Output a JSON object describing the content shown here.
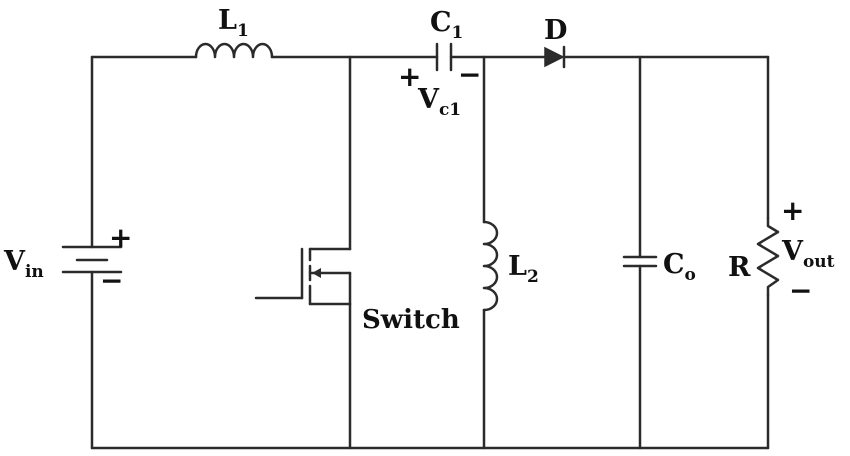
{
  "diagram": {
    "inductor_1": {
      "main": "L",
      "sub": "1"
    },
    "inductor_2": {
      "main": "L",
      "sub": "2"
    },
    "capacitor_1": {
      "main": "C",
      "sub": "1"
    },
    "capacitor_1_voltage": {
      "main": "V",
      "sub": "c1",
      "plus": "+",
      "minus": "−"
    },
    "diode": {
      "main": "D"
    },
    "input_source": {
      "main": "V",
      "sub": "in",
      "plus": "+",
      "minus": "−"
    },
    "switch": {
      "label": "Switch"
    },
    "output_capacitor": {
      "main": "C",
      "sub": "o"
    },
    "load_resistor": {
      "main": "R"
    },
    "output_voltage": {
      "main": "V",
      "sub": "out",
      "plus": "+",
      "minus": "−"
    }
  }
}
